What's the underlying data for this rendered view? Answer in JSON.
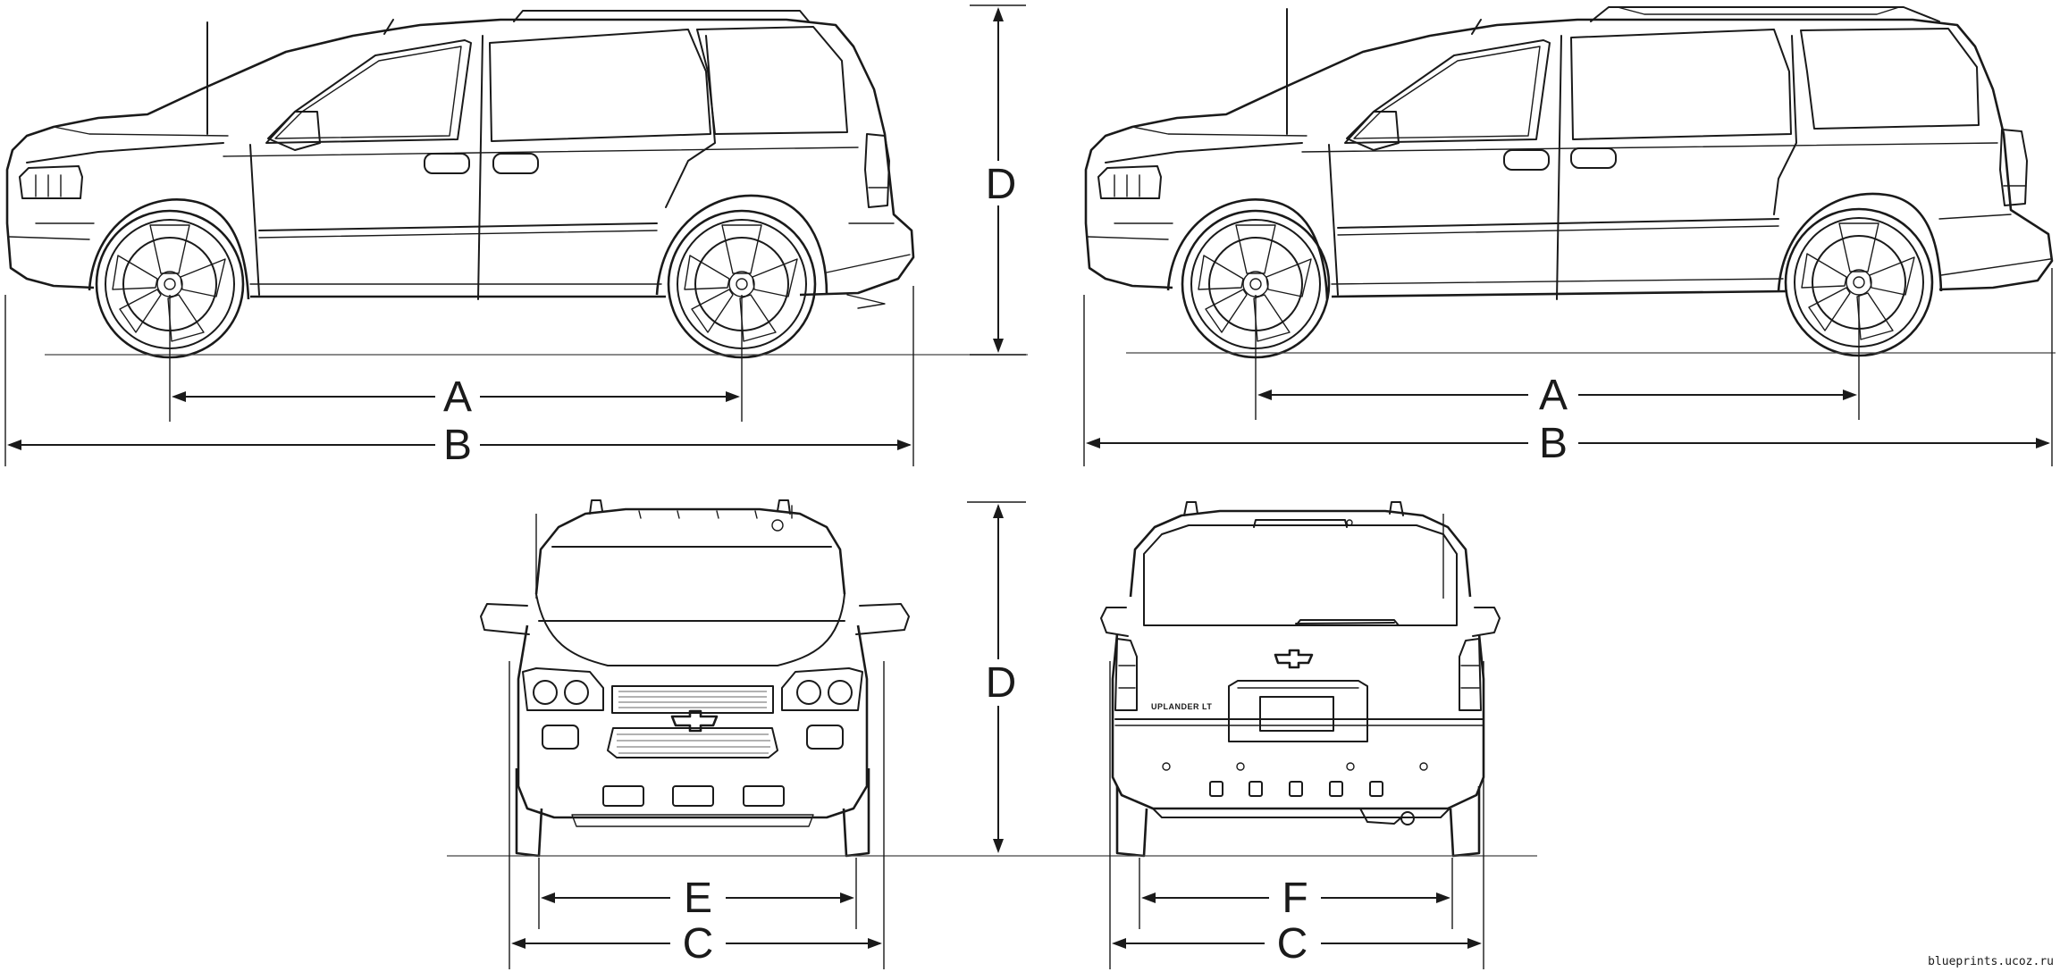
{
  "dimension_labels": {
    "wheelbase": "A",
    "overall_length": "B",
    "overall_width": "C",
    "overall_height": "D",
    "front_track": "E",
    "rear_track": "F"
  },
  "badge_text": "UPLANDER LT",
  "watermark": "blueprints.ucoz.ru"
}
